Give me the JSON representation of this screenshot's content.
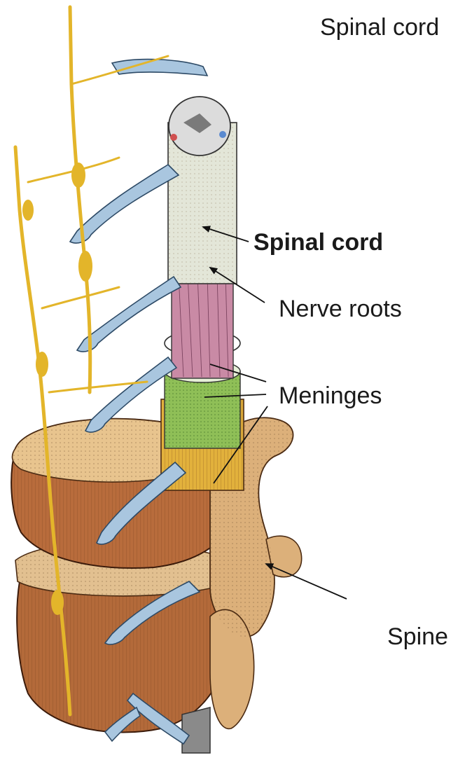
{
  "labels": {
    "spinal_cord_top": "Spinal cord",
    "spinal_cord": "Spinal cord",
    "nerve_roots": "Nerve roots",
    "meninges": "Meninges",
    "spine": "Spine"
  },
  "colors": {
    "nerve_yellow": "#f0c53a",
    "nerve_root_blue": "#a9c6df",
    "cord_pale": "#e3e6d8",
    "root_pink": "#c98aa5",
    "meninges_green": "#8fbf57",
    "dura_yellow": "#e2b13c",
    "bone_brown": "#b56a3a",
    "bone_light": "#dcb07a",
    "disc_beige": "#e7c08c"
  }
}
